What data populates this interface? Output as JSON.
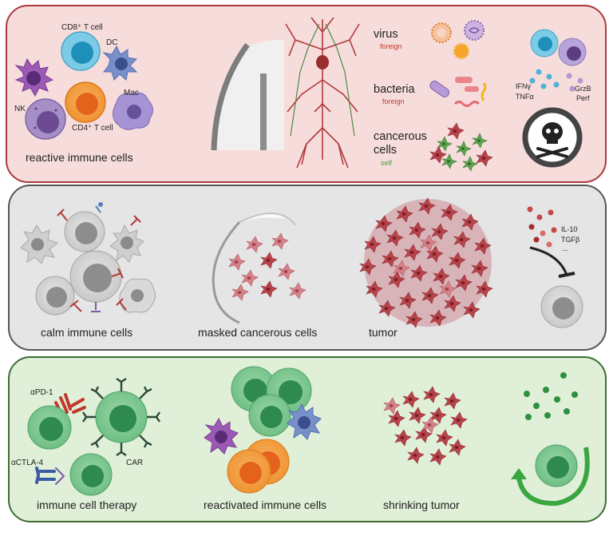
{
  "panel_top": {
    "cells": {
      "cd8": "CD8⁺ T cell",
      "dc": "DC",
      "nk": "NK",
      "mac": "Mac",
      "cd4": "CD4⁺ T cell"
    },
    "caption": "reactive immune cells",
    "threats": {
      "virus": {
        "name": "virus",
        "tag": "foreign"
      },
      "bacteria": {
        "name": "bacteria",
        "tag": "foreign"
      },
      "cancer": {
        "name_line1": "cancerous",
        "name_line2": "cells",
        "tag": "self"
      }
    },
    "effectors": {
      "ifng": "IFNγ",
      "tnfa": "TNFα",
      "grzb": "GrzB",
      "perf": "Perf"
    }
  },
  "panel_middle": {
    "caption_calm": "calm immune cells",
    "caption_masked": "masked cancerous cells",
    "caption_tumor": "tumor",
    "cytokines": {
      "il10": "IL-10",
      "tgfb": "TGFβ",
      "more": "..."
    }
  },
  "panel_bottom": {
    "apd1": "αPD-1",
    "actla4": "αCTLA-4",
    "car": "CAR",
    "caption_therapy": "immune cell therapy",
    "caption_reactivated": "reactivated immune cells",
    "caption_shrinking": "shrinking tumor"
  },
  "colors": {
    "panel_top_bg": "#f7dcdc",
    "panel_middle_bg": "#e5e5e5",
    "panel_bottom_bg": "#e0efd7",
    "tumor_cell": "#b8434b",
    "t_cell_green": "#3d9a5f",
    "foreign_red": "#c0392b",
    "self_green": "#4aa13a"
  }
}
